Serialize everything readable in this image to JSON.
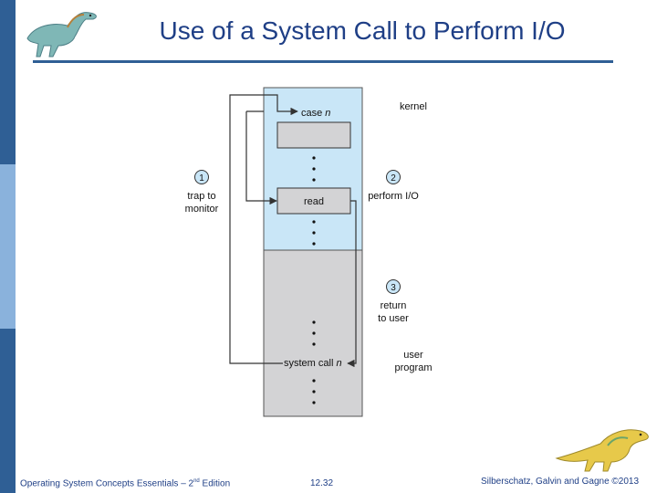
{
  "slide": {
    "title": "Use of a System Call to Perform I/O",
    "footer": {
      "book": "Operating System Concepts Essentials – 2",
      "book_sup": "nd",
      "book_suffix": " Edition",
      "page": "12.32",
      "copyright": "Silberschatz, Galvin and Gagne ©2013"
    }
  },
  "colors": {
    "sidebar_dark": "#2f5f95",
    "sidebar_light": "#8ab2dc",
    "title_text": "#1f3f86",
    "title_rule": "#2f5f95",
    "kernel_fill": "#c9e6f7",
    "user_fill": "#d3d3d5",
    "slot_fill": "#d3d3d5"
  },
  "diagram": {
    "kernel_label": "kernel",
    "user_label_line1": "user",
    "user_label_line2": "program",
    "case_label_main": "case ",
    "case_label_var": "n",
    "read_label": "read",
    "syscall_label_main": "system call ",
    "syscall_label_var": "n",
    "step1": {
      "number": "1",
      "line1": "trap to",
      "line2": "monitor"
    },
    "step2": {
      "number": "2",
      "line1": "perform I/O"
    },
    "step3": {
      "number": "3",
      "line1": "return",
      "line2": "to user"
    }
  }
}
